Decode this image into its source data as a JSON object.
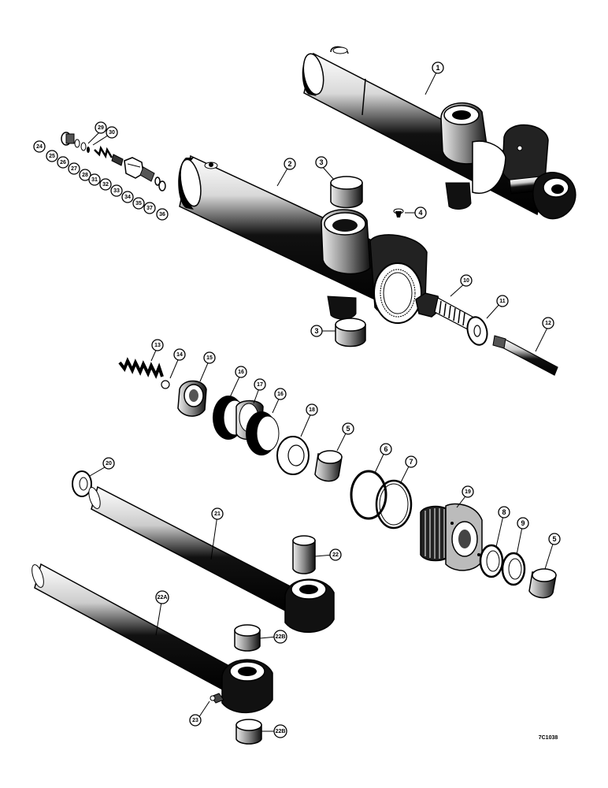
{
  "figure": {
    "code": "7C1038"
  },
  "callouts": [
    {
      "id": "c1",
      "text": "1"
    },
    {
      "id": "c2",
      "text": "2"
    },
    {
      "id": "c3a",
      "text": "3"
    },
    {
      "id": "c3b",
      "text": "3"
    },
    {
      "id": "c4",
      "text": "4"
    },
    {
      "id": "c5a",
      "text": "5"
    },
    {
      "id": "c5b",
      "text": "5"
    },
    {
      "id": "c6",
      "text": "6"
    },
    {
      "id": "c7",
      "text": "7"
    },
    {
      "id": "c8",
      "text": "8"
    },
    {
      "id": "c9",
      "text": "9"
    },
    {
      "id": "c10",
      "text": "10"
    },
    {
      "id": "c11",
      "text": "11"
    },
    {
      "id": "c12",
      "text": "12"
    },
    {
      "id": "c13",
      "text": "13"
    },
    {
      "id": "c14",
      "text": "14"
    },
    {
      "id": "c15",
      "text": "15"
    },
    {
      "id": "c16a",
      "text": "16"
    },
    {
      "id": "c16b",
      "text": "16"
    },
    {
      "id": "c17",
      "text": "17"
    },
    {
      "id": "c18",
      "text": "18"
    },
    {
      "id": "c19",
      "text": "19"
    },
    {
      "id": "c20",
      "text": "20"
    },
    {
      "id": "c21",
      "text": "21"
    },
    {
      "id": "c22",
      "text": "22"
    },
    {
      "id": "c22A",
      "text": "22A"
    },
    {
      "id": "c22Ba",
      "text": "22B"
    },
    {
      "id": "c22Bb",
      "text": "22B"
    },
    {
      "id": "c23",
      "text": "23"
    },
    {
      "id": "c24",
      "text": "24"
    },
    {
      "id": "c25",
      "text": "25"
    },
    {
      "id": "c26",
      "text": "26"
    },
    {
      "id": "c27",
      "text": "27"
    },
    {
      "id": "c28",
      "text": "28"
    },
    {
      "id": "c29",
      "text": "29"
    },
    {
      "id": "c30",
      "text": "30"
    },
    {
      "id": "c31",
      "text": "31"
    },
    {
      "id": "c32",
      "text": "32"
    },
    {
      "id": "c33",
      "text": "33"
    },
    {
      "id": "c34",
      "text": "34"
    },
    {
      "id": "c35",
      "text": "35"
    },
    {
      "id": "c36",
      "text": "36"
    },
    {
      "id": "c37",
      "text": "37"
    }
  ]
}
